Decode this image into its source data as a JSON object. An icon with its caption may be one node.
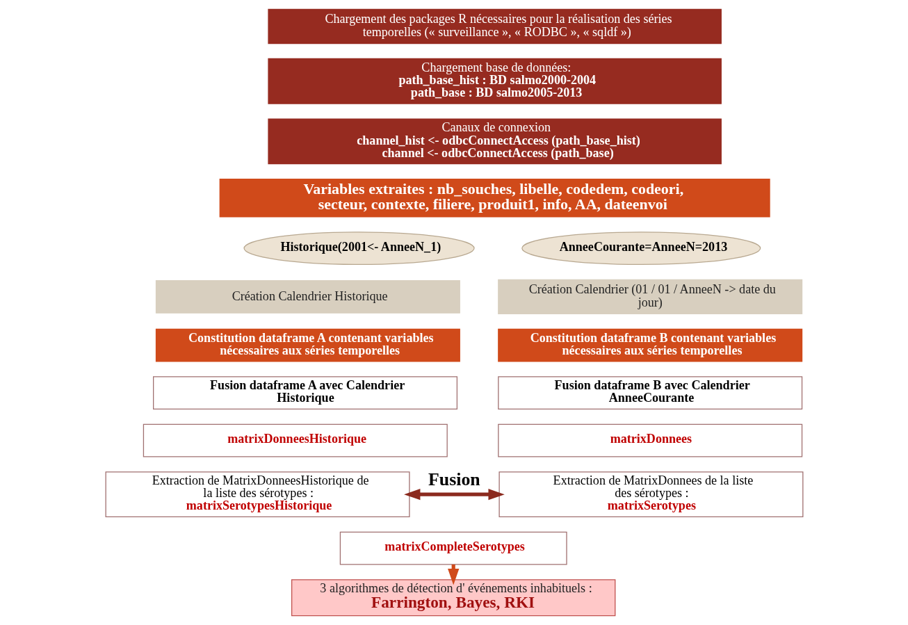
{
  "diagram": {
    "nodes": [
      {
        "text": [
          "Chargement des packages R nécessaires pour la réalisation des séries temporelles (« surveillance », « RODBC », « sqldf »)"
        ]
      },
      {
        "text": [
          "Chargement base de données:",
          "path_base_hist : BD salmo2000-2004",
          "path_base : BD salmo2005-2013"
        ]
      },
      {
        "text": [
          "Canaux de connexion",
          "channel_hist <- odbcConnectAccess (path_base_hist)",
          "channel <- odbcConnectAccess (path_base)"
        ]
      },
      {
        "text": [
          "Variables extraites : nb_souches, libelle, codedem, codeori, secteur, contexte, filiere, produit1, info, AA, dateenvoi"
        ]
      },
      {
        "text": [
          "Historique(2001<- AnneeN_1)"
        ]
      },
      {
        "text": [
          "AnneeCourante=AnneeN=2013"
        ]
      },
      {
        "text": [
          "Création Calendrier Historique"
        ]
      },
      {
        "text": [
          "Constitution dataframe A contenant variables nécessaires aux séries temporelles"
        ]
      },
      {
        "text": [
          "Fusion dataframe A avec Calendrier Historique"
        ]
      },
      {
        "text": [
          "matrixDonneesHistorique"
        ]
      },
      {
        "text": [
          "Extraction de MatrixDonneesHistorique de la liste des sérotypes :",
          "matrixSerotypesHistorique"
        ]
      },
      {
        "text": [
          "Création Calendrier (01 / 01 / AnneeN -> date du jour)"
        ]
      },
      {
        "text": [
          "Constitution dataframe B contenant variables nécessaires aux séries temporelles"
        ]
      },
      {
        "text": [
          "Fusion dataframe B avec Calendrier AnneeCourante"
        ]
      },
      {
        "text": [
          "matrixDonnees"
        ]
      },
      {
        "text": [
          "Extraction de MatrixDonnees de la liste des sérotypes :",
          "matrixSerotypes"
        ]
      },
      {
        "text": [
          "matrixCompleteSerotypes"
        ]
      },
      {
        "text": [
          "3 algorithmes de détection d' événements inhabituels :",
          "Farrington, Bayes, RKI"
        ]
      }
    ],
    "edges": [
      {
        "from": 10,
        "to": 15,
        "arrow": "both",
        "label": "Fusion"
      },
      {
        "from": 16,
        "to": 17,
        "arrow": "to",
        "color": "#d04a1a"
      }
    ]
  }
}
